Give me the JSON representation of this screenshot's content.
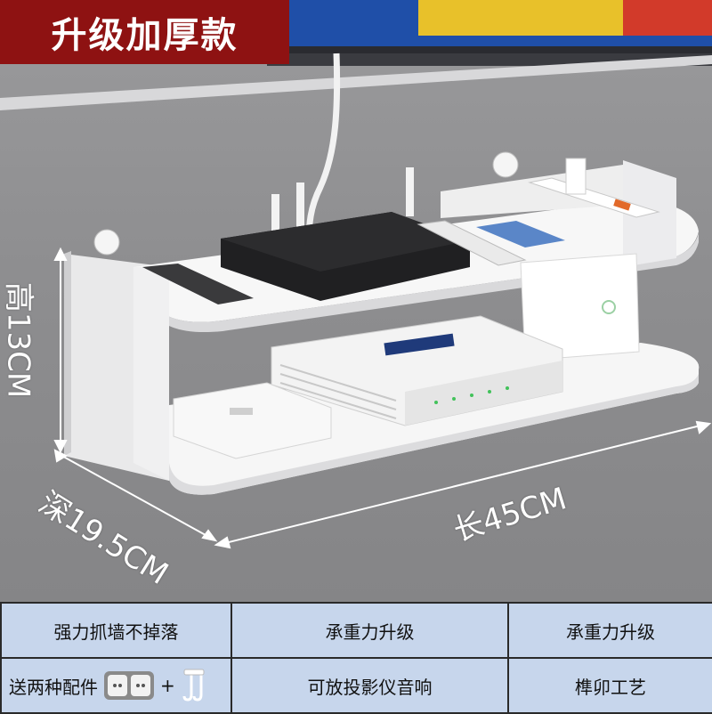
{
  "badge": {
    "text": "升级加厚款"
  },
  "dimensions": {
    "height": "高13CM",
    "depth": "深19.5CM",
    "length": "长45CM"
  },
  "features": {
    "row1": [
      "强力抓墙不掉落",
      "承重力升级",
      "承重力升级"
    ],
    "row2": {
      "accessories_label": "送两种配件",
      "plus": "+",
      "projector": "可放投影仪音响",
      "craft": "榫卯工艺"
    }
  },
  "icons": [
    "outlet-icon",
    "adhesive-hook-icon"
  ],
  "colors": {
    "badge_bg": "#8e1212",
    "wall": "#8e8e90",
    "table_bg": "#c7d6ec",
    "shelf": "#f4f4f4"
  }
}
